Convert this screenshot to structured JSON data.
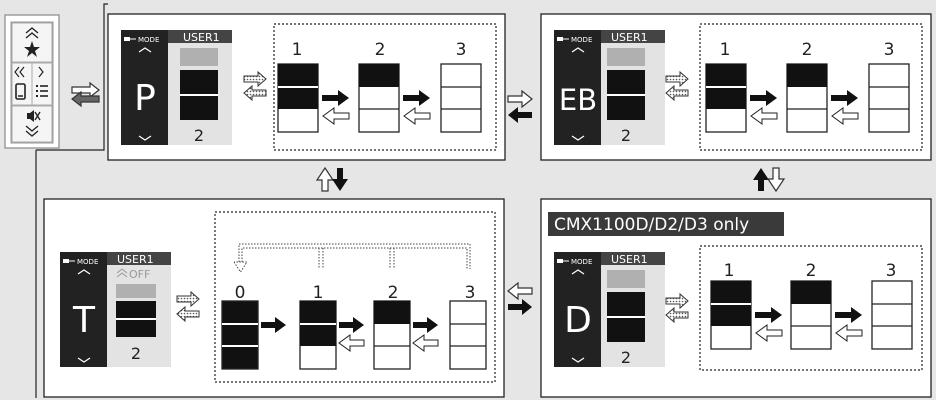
{
  "controller": {
    "icons": [
      "double-chevron-up-icon",
      "star-icon",
      "double-chevron-left-icon",
      "chevron-right-icon",
      "phone-icon",
      "list-icon",
      "mute-icon",
      "double-chevron-down-icon"
    ]
  },
  "panels": {
    "P": {
      "mode_label": "MODE",
      "user_label": "USER1",
      "letter": "P",
      "bottom_number": "2",
      "level_labels": [
        "1",
        "2",
        "3"
      ]
    },
    "EB": {
      "mode_label": "MODE",
      "user_label": "USER1",
      "letter": "EB",
      "bottom_number": "2",
      "level_labels": [
        "1",
        "2",
        "3"
      ]
    },
    "T": {
      "mode_label": "MODE",
      "user_label": "USER1",
      "off_label": "OFF",
      "letter": "T",
      "bottom_number": "2",
      "level_labels": [
        "0",
        "1",
        "2",
        "3"
      ]
    },
    "D": {
      "banner": "CMX1100D/D2/D3 only",
      "mode_label": "MODE",
      "user_label": "USER1",
      "letter": "D",
      "bottom_number": "2",
      "level_labels": [
        "1",
        "2",
        "3"
      ]
    }
  },
  "colors": {
    "background": "#e6e6e6",
    "panel": "#ffffff",
    "display": "#222222",
    "level_fill": "#111111",
    "banner": "#3a3a3a",
    "inactive": "#b0b0b0"
  }
}
